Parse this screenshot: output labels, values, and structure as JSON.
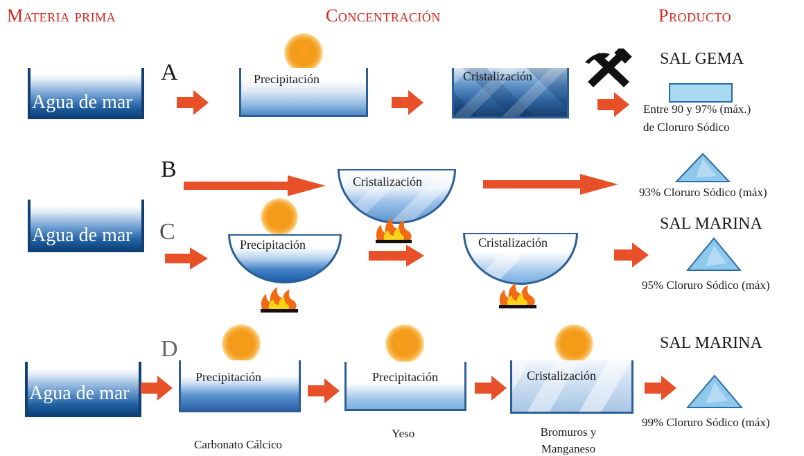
{
  "headers": {
    "raw_material": "Materia prima",
    "concentration": "Concentración",
    "product": "Producto"
  },
  "rows": {
    "A": {
      "letter": "A"
    },
    "B": {
      "letter": "B"
    },
    "C": {
      "letter": "C"
    },
    "D": {
      "letter": "D"
    }
  },
  "source": {
    "seawater": "Agua de mar"
  },
  "steps": {
    "precipitation": "Precipitación",
    "crystallization": "Cristalización"
  },
  "products": {
    "sal_gema": "SAL GEMA",
    "sal_gema_note_1": "Entre 90 y 97% (máx.)",
    "sal_gema_note_2": "de Cloruro Sódico",
    "b_note": "93% Cloruro Sódico (máx)",
    "sal_marina_c": "SAL MARINA",
    "c_note": "95% Cloruro Sódico (máx)",
    "sal_marina_d": "SAL MARINA",
    "d_note": "99% Cloruro Sódico (máx)"
  },
  "byproducts": {
    "calcium_carbonate": "Carbonato Cálcico",
    "gypsum": "Yeso",
    "bromides_1": "Bromuros y",
    "bromides_2": "Manganeso"
  },
  "colors": {
    "header": "#d4251e",
    "arrow": "#e8502a",
    "water_dark": "#0f447d",
    "sun": "#f39a1b",
    "product_light": "#a8d8f0"
  },
  "icons": [
    "sun-icon",
    "pickaxe-hammer-icon",
    "fire-icon",
    "arrow-icon",
    "salt-bar-icon",
    "salt-triangle-icon"
  ]
}
